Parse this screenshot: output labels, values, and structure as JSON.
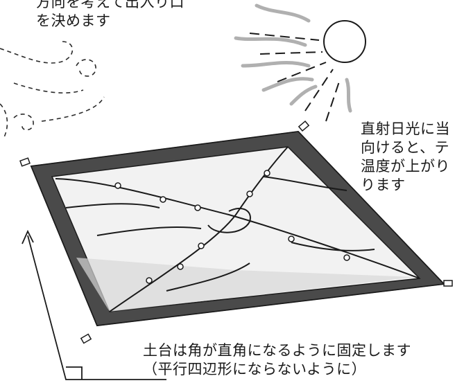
{
  "labels": {
    "wind": [
      "方向を考えて出入り口",
      "を決めます"
    ],
    "sun": [
      "直射日光に当",
      "向けると、テ",
      "温度が上がり",
      "ります"
    ],
    "base": [
      "土台は角が直角になるように固定します",
      "（平行四辺形にならないように）"
    ]
  },
  "colors": {
    "ink": "#1a1a1a",
    "frame": "#4a4a4a",
    "fabric": "#f2f2f2",
    "shade": "#c8c8c8",
    "wind_lines": "#2a2a2a",
    "heat_lines": "#b0b0b0"
  }
}
